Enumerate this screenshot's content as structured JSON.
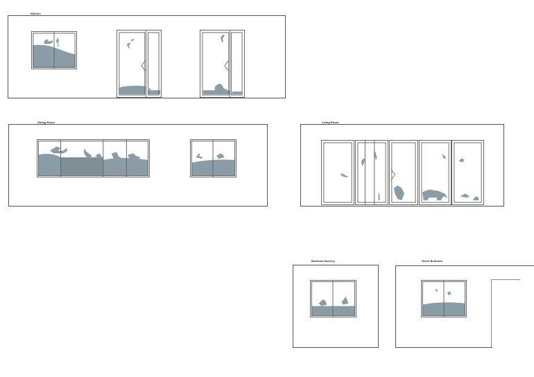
{
  "panels": [
    {
      "id": "p1",
      "label": "Kitchen"
    },
    {
      "id": "p2",
      "label": "Dining Room"
    },
    {
      "id": "p3",
      "label": "Living Room"
    },
    {
      "id": "p4",
      "label": "Bedroom Nursery"
    },
    {
      "id": "p5",
      "label": "Guest Bedroom"
    }
  ],
  "colors": {
    "silhouette": "#8a9ca6",
    "frame": "#666666",
    "border": "#555555"
  }
}
